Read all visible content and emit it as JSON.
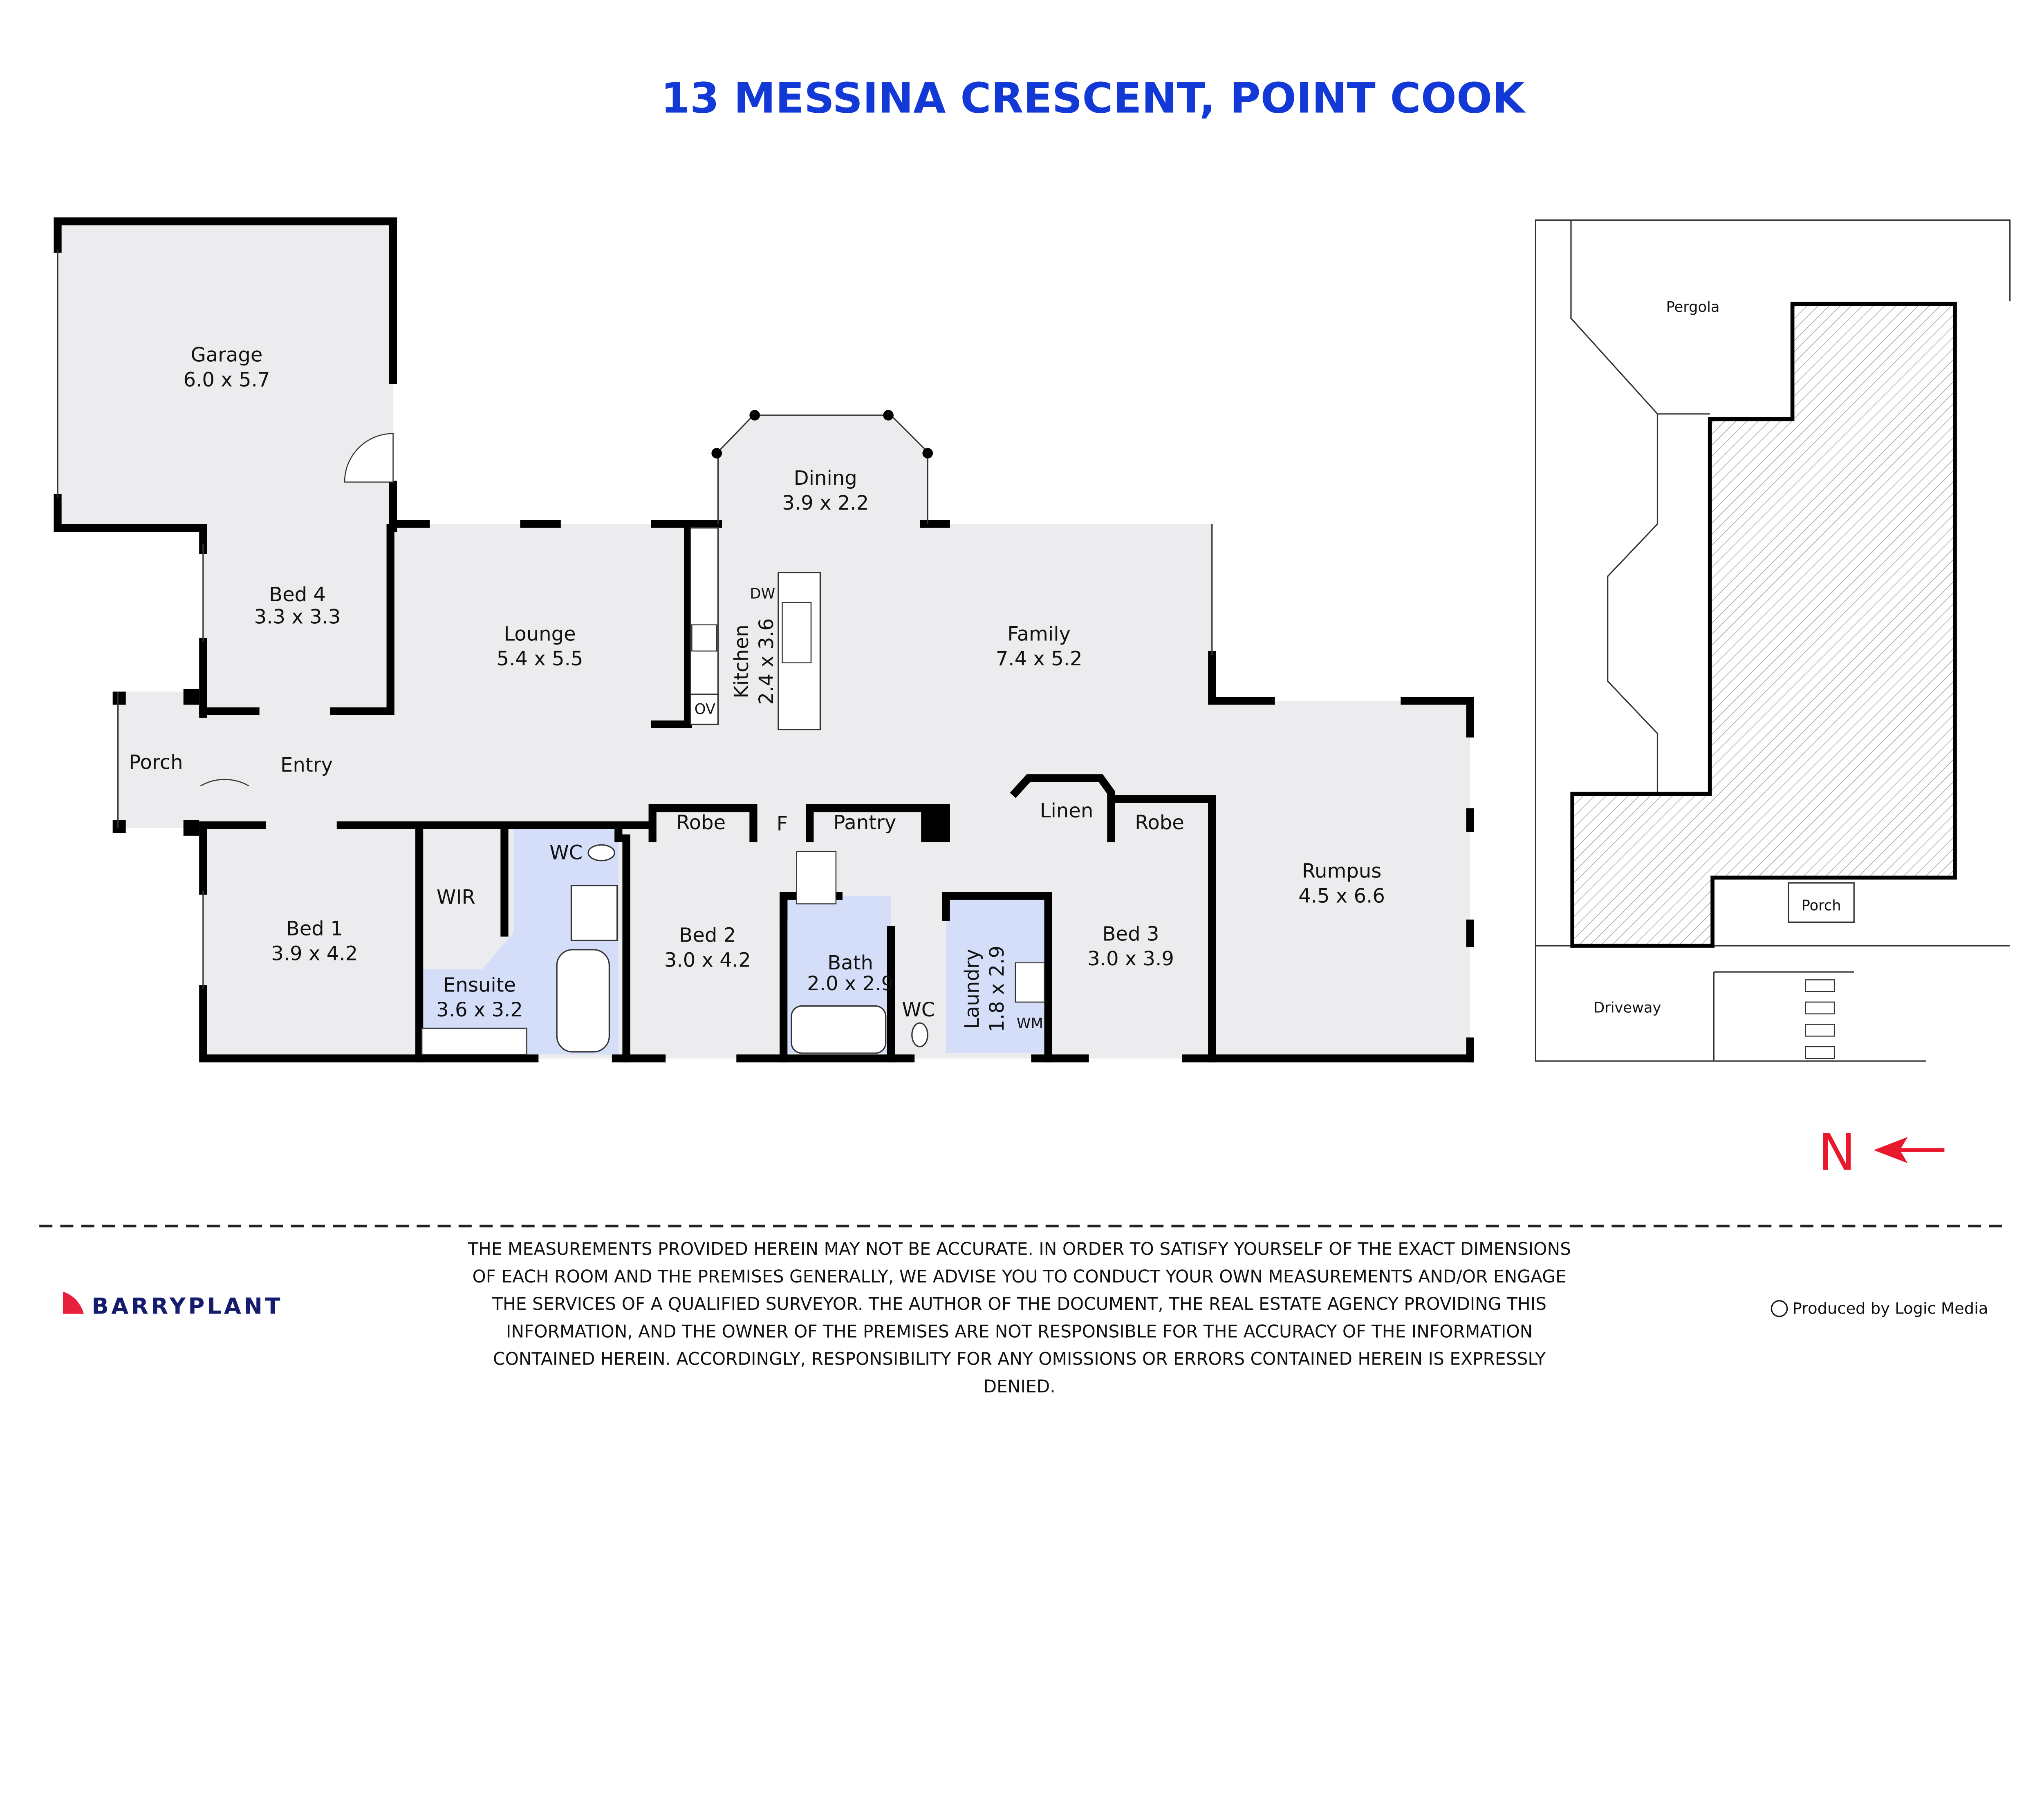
{
  "title": "13 MESSINA CRESCENT, POINT COOK",
  "colors": {
    "title": "#1238d6",
    "floor": "#ececee",
    "wet_area": "#d5def9",
    "north": "#e8192c",
    "logo_navy": "#141c6e",
    "logo_red": "#e8203c"
  },
  "rooms": {
    "garage": {
      "name": "Garage",
      "size": "6.0 x 5.7"
    },
    "dining": {
      "name": "Dining",
      "size": "3.9 x 2.2"
    },
    "bed4": {
      "name": "Bed 4",
      "size": "3.3 x 3.3"
    },
    "lounge": {
      "name": "Lounge",
      "size": "5.4 x 5.5"
    },
    "kitchen": {
      "name": "Kitchen",
      "size": "2.4 x 3.6"
    },
    "family": {
      "name": "Family",
      "size": "7.4 x 5.2"
    },
    "porch": {
      "name": "Porch"
    },
    "entry": {
      "name": "Entry"
    },
    "rumpus": {
      "name": "Rumpus",
      "size": "4.5 x 6.6"
    },
    "bed1": {
      "name": "Bed 1",
      "size": "3.9 x 4.2"
    },
    "wir": {
      "name": "WIR"
    },
    "ensuite": {
      "name": "Ensuite",
      "size": "3.6 x 3.2"
    },
    "wc1": {
      "name": "WC"
    },
    "robe1": {
      "name": "Robe"
    },
    "fridge": {
      "name": "F"
    },
    "pantry": {
      "name": "Pantry"
    },
    "bed2": {
      "name": "Bed 2",
      "size": "3.0 x 4.2"
    },
    "bath": {
      "name": "Bath",
      "size": "2.0 x 2.9"
    },
    "wc2": {
      "name": "WC"
    },
    "laundry": {
      "name": "Laundry",
      "size": "1.8 x 2.9"
    },
    "wm": {
      "name": "WM"
    },
    "linen": {
      "name": "Linen"
    },
    "robe2": {
      "name": "Robe"
    },
    "bed3": {
      "name": "Bed 3",
      "size": "3.0 x 3.9"
    }
  },
  "appliances": {
    "dw": "DW",
    "ov": "OV"
  },
  "site_plan": {
    "pergola": "Pergola",
    "porch": "Porch",
    "driveway": "Driveway"
  },
  "north": {
    "label": "N",
    "icon": "arrow-left-icon"
  },
  "disclaimer": [
    "THE MEASUREMENTS PROVIDED HEREIN MAY NOT BE ACCURATE. IN ORDER TO SATISFY YOURSELF OF THE EXACT DIMENSIONS",
    "OF EACH ROOM AND THE PREMISES GENERALLY, WE ADVISE YOU TO CONDUCT YOUR OWN MEASUREMENTS AND/OR ENGAGE",
    "THE SERVICES OF A QUALIFIED SURVEYOR. THE AUTHOR OF THE DOCUMENT, THE REAL ESTATE AGENCY PROVIDING THIS",
    "INFORMATION, AND THE OWNER OF THE PREMISES ARE NOT RESPONSIBLE FOR THE ACCURACY OF THE INFORMATION",
    "CONTAINED HEREIN. ACCORDINGLY, RESPONSIBILITY FOR ANY OMISSIONS OR ERRORS CONTAINED HEREIN IS EXPRESSLY",
    "DENIED."
  ],
  "logo": "BARRYPLANT",
  "credit": "Produced by Logic Media"
}
